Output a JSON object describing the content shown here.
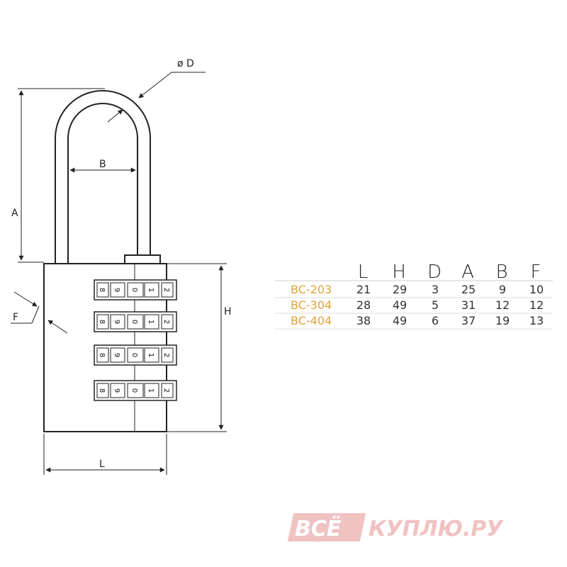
{
  "drawing": {
    "labels": {
      "diameter": "ø D",
      "shackle_width": "B",
      "shackle_height": "A",
      "body_height": "H",
      "body_length": "L",
      "offset": "F"
    },
    "dial_digits": [
      "8",
      "9",
      "0",
      "1",
      "2"
    ]
  },
  "table": {
    "headers": [
      "L",
      "H",
      "D",
      "A",
      "B",
      "F"
    ],
    "rows": [
      {
        "model": "BC-203",
        "values": [
          "21",
          "29",
          "3",
          "25",
          "9",
          "10"
        ]
      },
      {
        "model": "BC-304",
        "values": [
          "28",
          "49",
          "5",
          "31",
          "12",
          "12"
        ]
      },
      {
        "model": "BC-404",
        "values": [
          "38",
          "49",
          "6",
          "37",
          "19",
          "13"
        ]
      }
    ]
  },
  "watermark": {
    "part1": "ВСЁ",
    "part2": "КУПЛЮ.РУ"
  },
  "colors": {
    "model_text": "#e0a23a",
    "watermark": "#e04a4a",
    "line": "#222222"
  }
}
